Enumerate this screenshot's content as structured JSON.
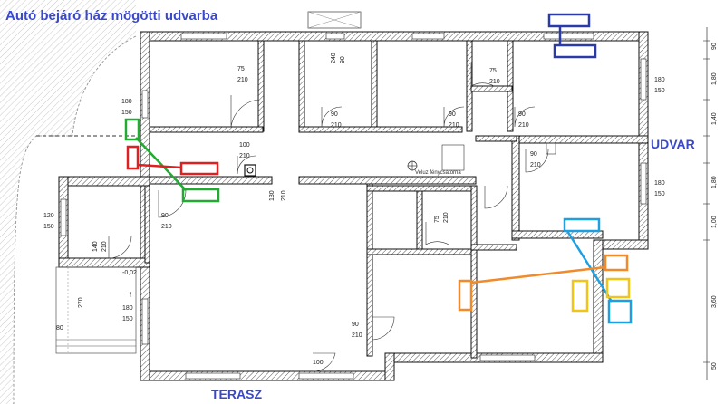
{
  "labels": {
    "top": "Autó bejáró ház mögötti udvarba",
    "right": "UDVAR",
    "bottom": "TERASZ",
    "ventilation": "Veluz fénycsatorna"
  },
  "dimensions": {
    "top_left_door": [
      "75",
      "210"
    ],
    "top_mid_door": [
      "240",
      "90"
    ],
    "top_right_small_door": [
      "75",
      "210"
    ],
    "left_window": [
      "180",
      "150"
    ],
    "left_mid_window": [
      "100",
      "210"
    ],
    "entry_window": [
      "120",
      "150"
    ],
    "entry_door": [
      "90",
      "210"
    ],
    "corridor_door": [
      "130",
      "210"
    ],
    "kitchen_door": [
      "90",
      "210"
    ],
    "room2_door": [
      "90",
      "210"
    ],
    "room3_door": [
      "90",
      "210"
    ],
    "right_small_door": [
      "90",
      "210"
    ],
    "right_window_top": [
      "180",
      "150"
    ],
    "right_window_mid": [
      "180",
      "150"
    ],
    "lower_door": [
      "90",
      "210"
    ],
    "small_room_door": [
      "75",
      "210"
    ],
    "terrace_door": [
      "100"
    ],
    "entry_side": [
      "140",
      "210"
    ],
    "lower_left": [
      "180",
      "150"
    ],
    "level": "-0,02",
    "side_270": "270",
    "side_80": "80",
    "side_f": "f"
  },
  "right_axis": [
    "90",
    "1,80",
    "1,40",
    "1,80",
    "1,00",
    "3,60",
    "50"
  ],
  "colors": {
    "blue_label": "#3a49c9",
    "red": "#e02020",
    "green": "#22aa33",
    "darkblue": "#2a3aa8",
    "cyan": "#1e9fe0",
    "orange": "#f08a2a",
    "yellow": "#f2c418"
  },
  "markers": [
    {
      "name": "darkblue-box-top",
      "color": "#2a3aa8"
    },
    {
      "name": "darkblue-box-bottom",
      "color": "#2a3aa8"
    },
    {
      "name": "green-box-window",
      "color": "#22aa33"
    },
    {
      "name": "green-box-label",
      "color": "#22aa33"
    },
    {
      "name": "red-box-window",
      "color": "#e02020"
    },
    {
      "name": "red-box-label",
      "color": "#e02020"
    },
    {
      "name": "cyan-box-window",
      "color": "#1e9fe0"
    },
    {
      "name": "cyan-box-label",
      "color": "#1e9fe0"
    },
    {
      "name": "orange-box-wall",
      "color": "#f08a2a"
    },
    {
      "name": "orange-box-label",
      "color": "#f08a2a"
    },
    {
      "name": "yellow-box-left",
      "color": "#f2c418"
    },
    {
      "name": "yellow-box-right",
      "color": "#f2c418"
    }
  ]
}
